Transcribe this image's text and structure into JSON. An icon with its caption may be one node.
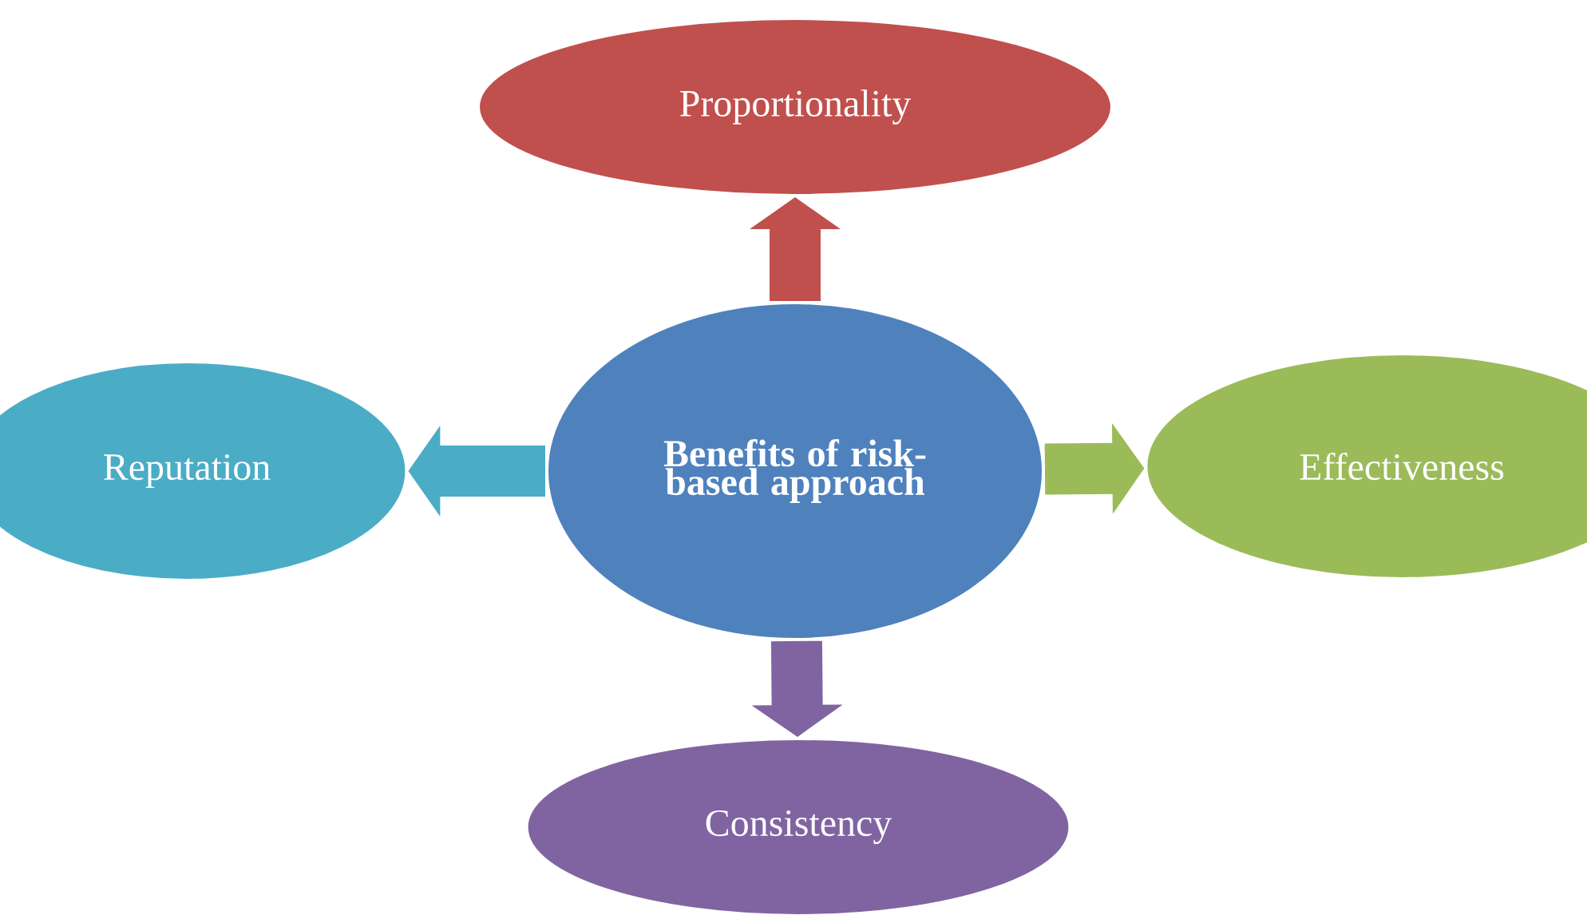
{
  "diagram": {
    "nodes": [
      {
        "text": [
          "Benefits of risk-based approach"
        ]
      },
      {
        "text": [
          "Proportionality"
        ]
      },
      {
        "text": [
          "Reputation"
        ]
      },
      {
        "text": [
          "Effectiveness"
        ]
      },
      {
        "text": [
          "Consistency"
        ]
      }
    ],
    "edges": [
      {
        "from": 0,
        "to": 1,
        "arrow": "to",
        "color": "#c0504d"
      },
      {
        "from": 0,
        "to": 2,
        "arrow": "to",
        "color": "#4bacc6"
      },
      {
        "from": 0,
        "to": 3,
        "arrow": "to",
        "color": "#9bbb59"
      },
      {
        "from": 0,
        "to": 4,
        "arrow": "to",
        "color": "#8064a2"
      }
    ]
  }
}
